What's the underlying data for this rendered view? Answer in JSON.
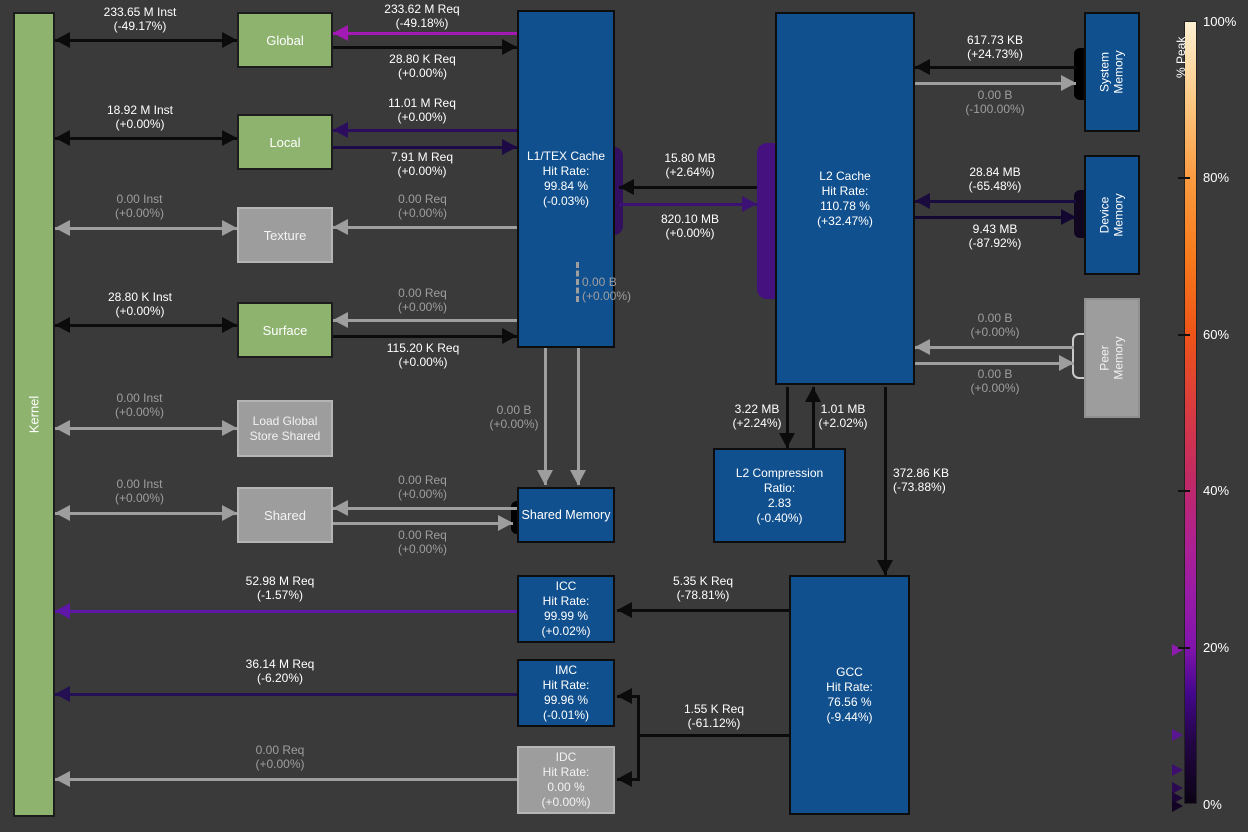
{
  "palette": {
    "background": "#3a3a3a",
    "box_blue": "#11508e",
    "box_green": "#8db36e",
    "box_gray": "#9d9d9d",
    "arrow_black": "#0b0b0b",
    "arrow_gray": "#9e9e9e",
    "arrow_magenta": "#a219b4",
    "arrow_purple": "#5e17a8",
    "arrow_indigo": "#3b1173",
    "arrow_dark_purple": "#2c0c5f",
    "arrow_navy": "#1e0947",
    "text_dim": "#9e9e9e"
  },
  "nodes": {
    "kernel": {
      "label": "Kernel"
    },
    "global": {
      "label": "Global"
    },
    "local": {
      "label": "Local"
    },
    "texture": {
      "label": "Texture"
    },
    "surface": {
      "label": "Surface"
    },
    "load_global_store_shared": {
      "lines": [
        "Load Global",
        "Store Shared"
      ]
    },
    "shared": {
      "label": "Shared"
    },
    "l1": {
      "lines": [
        "L1/TEX Cache",
        "Hit Rate:",
        "99.84 %",
        "(-0.03%)"
      ]
    },
    "shared_memory": {
      "label": "Shared Memory"
    },
    "icc": {
      "lines": [
        "ICC",
        "Hit Rate:",
        "99.99 %",
        "(+0.02%)"
      ]
    },
    "imc": {
      "lines": [
        "IMC",
        "Hit Rate:",
        "99.96 %",
        "(-0.01%)"
      ]
    },
    "idc": {
      "lines": [
        "IDC",
        "Hit Rate:",
        "0.00 %",
        "(+0.00%)"
      ]
    },
    "l2": {
      "lines": [
        "L2 Cache",
        "Hit Rate:",
        "110.78 %",
        "(+32.47%)"
      ]
    },
    "l2_compression": {
      "lines": [
        "L2 Compression",
        "Ratio:",
        "2.83",
        "(-0.40%)"
      ]
    },
    "gcc": {
      "lines": [
        "GCC",
        "Hit Rate:",
        "76.56 %",
        "(-9.44%)"
      ]
    },
    "system_memory": {
      "lines": [
        "System",
        "Memory"
      ]
    },
    "device_memory": {
      "lines": [
        "Device",
        "Memory"
      ]
    },
    "peer_memory": {
      "lines": [
        "Peer",
        "Memory"
      ]
    }
  },
  "edges": {
    "kernel_global": {
      "value": "233.65 M Inst",
      "delta": "(-49.17%)"
    },
    "l1_global": {
      "value": "233.62 M Req",
      "delta": "(-49.18%)"
    },
    "global_l1": {
      "value": "28.80 K Req",
      "delta": "(+0.00%)"
    },
    "kernel_local": {
      "value": "18.92 M Inst",
      "delta": "(+0.00%)"
    },
    "l1_local": {
      "value": "11.01 M Req",
      "delta": "(+0.00%)"
    },
    "local_l1": {
      "value": "7.91 M Req",
      "delta": "(+0.00%)"
    },
    "kernel_texture": {
      "value": "0.00 Inst",
      "delta": "(+0.00%)"
    },
    "l1_texture": {
      "value": "0.00 Req",
      "delta": "(+0.00%)"
    },
    "kernel_surface": {
      "value": "28.80 K Inst",
      "delta": "(+0.00%)"
    },
    "l1_surface": {
      "value": "0.00 Req",
      "delta": "(+0.00%)"
    },
    "surface_l1": {
      "value": "115.20 K Req",
      "delta": "(+0.00%)"
    },
    "kernel_lgss": {
      "value": "0.00 Inst",
      "delta": "(+0.00%)"
    },
    "kernel_shared": {
      "value": "0.00 Inst",
      "delta": "(+0.00%)"
    },
    "sharedmem_shared": {
      "value": "0.00 Req",
      "delta": "(+0.00%)"
    },
    "shared_sharedmem": {
      "value": "0.00 Req",
      "delta": "(+0.00%)"
    },
    "l1_sharedmem_dashed": {
      "value": "0.00 B",
      "delta": "(+0.00%)"
    },
    "l1_sharedmem": {
      "value": "0.00 B",
      "delta": "(+0.00%)"
    },
    "l2_l1": {
      "value": "15.80 MB",
      "delta": "(+2.64%)"
    },
    "l1_l2": {
      "value": "820.10 MB",
      "delta": "(+0.00%)"
    },
    "sysmem_l2": {
      "value": "617.73 KB",
      "delta": "(+24.73%)"
    },
    "l2_sysmem": {
      "value": "0.00 B",
      "delta": "(-100.00%)"
    },
    "devmem_l2": {
      "value": "28.84 MB",
      "delta": "(-65.48%)"
    },
    "l2_devmem": {
      "value": "9.43 MB",
      "delta": "(-87.92%)"
    },
    "peermem_l2": {
      "value": "0.00 B",
      "delta": "(+0.00%)"
    },
    "l2_peermem": {
      "value": "0.00 B",
      "delta": "(+0.00%)"
    },
    "l2_compression_in": {
      "value": "3.22 MB",
      "delta": "(+2.24%)"
    },
    "l2_compression_out": {
      "value": "1.01 MB",
      "delta": "(+2.02%)"
    },
    "l2_gcc": {
      "value": "372.86 KB",
      "delta": "(-73.88%)"
    },
    "gcc_icc": {
      "value": "5.35 K Req",
      "delta": "(-78.81%)"
    },
    "gcc_imc_idc": {
      "value": "1.55 K Req",
      "delta": "(-61.12%)"
    },
    "icc_kernel": {
      "value": "52.98 M Req",
      "delta": "(-1.57%)"
    },
    "imc_kernel": {
      "value": "36.14 M Req",
      "delta": "(-6.20%)"
    },
    "idc_kernel": {
      "value": "0.00 Req",
      "delta": "(+0.00%)"
    }
  },
  "colorbar": {
    "label": "% Peak",
    "ticks": [
      "100%",
      "80%",
      "60%",
      "40%",
      "20%",
      "0%"
    ],
    "marker_percents_approx": [
      20,
      9,
      5,
      3,
      1,
      0.4
    ]
  }
}
